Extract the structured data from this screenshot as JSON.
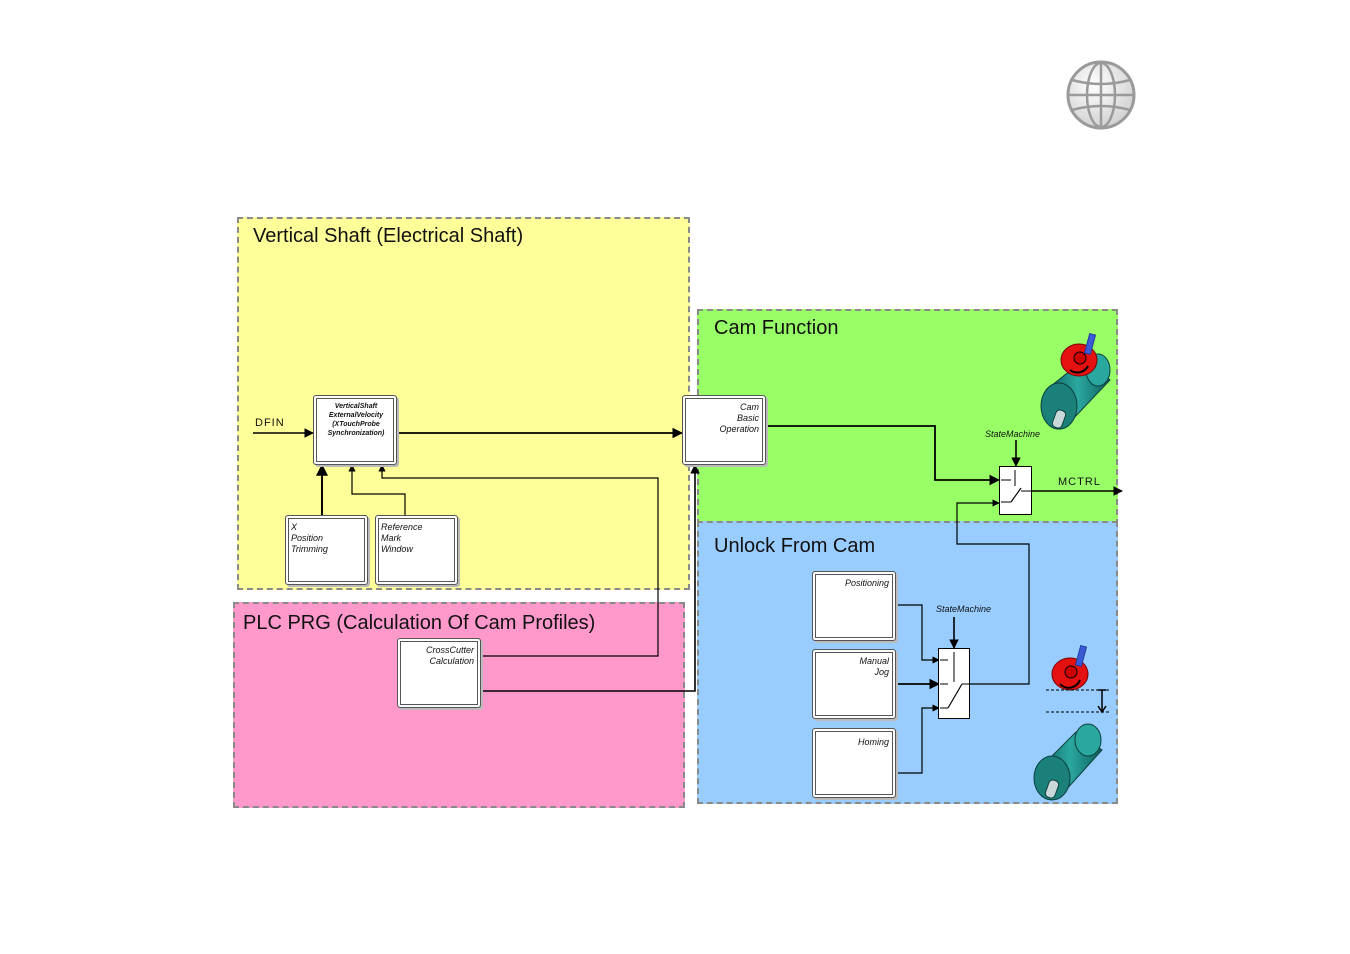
{
  "regions": {
    "vertical_shaft": {
      "title": "Vertical Shaft (Electrical Shaft)",
      "color": "#ffff99"
    },
    "cam_function": {
      "title": "Cam Function",
      "color": "#99ff66"
    },
    "unlock_from_cam": {
      "title": "Unlock From Cam",
      "color": "#99ccff"
    },
    "plc_prg": {
      "title": "PLC PRG (Calculation Of Cam Profiles)",
      "color": "#ff99cc"
    }
  },
  "blocks": {
    "vertical_shaft": "VerticalShaft\nExternalVelocity\n(XTouchProbe\nSynchronization)",
    "x_position_trimming": "X\nPosition\nTrimming",
    "reference_mark_window": "Reference\nMark\nWindow",
    "cam_basic_operation": "Cam\nBasic\nOperation",
    "crosscutter_calculation": "CrossCutter\nCalculation",
    "positioning": "Positioning",
    "manual_jog": "Manual\nJog",
    "homing": "Homing"
  },
  "signals": {
    "input": "DFIN",
    "output": "MCTRL"
  },
  "state_machines": {
    "upper": "StateMachine",
    "lower": "StateMachine"
  },
  "icons": [
    "globe-logo-icon",
    "motor-cam-engaged-icon",
    "motor-cam-disengaged-icon"
  ]
}
